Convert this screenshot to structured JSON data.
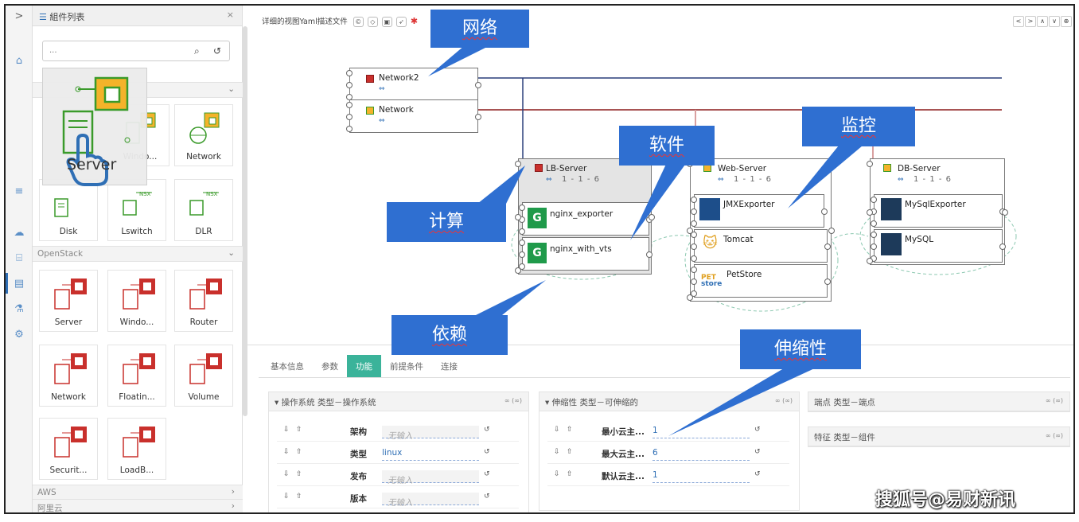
{
  "panel": {
    "title": "組件列表",
    "search_placeholder": "..."
  },
  "sections": {
    "openstack": "OpenStack",
    "aws": "AWS",
    "aliyun": "阿里云"
  },
  "tiles_top": [
    {
      "label": "Windo...",
      "icon": "windows-icon"
    },
    {
      "label": "Network",
      "icon": "network-icon"
    },
    {
      "label": "Disk",
      "icon": "disk-icon"
    },
    {
      "label": "Lswitch",
      "icon": "lswitch-icon"
    },
    {
      "label": "DLR",
      "icon": "dlr-icon"
    }
  ],
  "tiles_openstack": [
    {
      "label": "Server"
    },
    {
      "label": "Windo..."
    },
    {
      "label": "Router"
    },
    {
      "label": "Network"
    },
    {
      "label": "Floatin..."
    },
    {
      "label": "Volume"
    },
    {
      "label": "Securit..."
    },
    {
      "label": "LoadB..."
    }
  ],
  "drag_ghost": {
    "label": "Server"
  },
  "toolbar": {
    "title": "详细的视图Yaml描述文件"
  },
  "nodes": {
    "network2": "Network2",
    "network": "Network",
    "lb_server": "LB-Server",
    "web_server": "Web-Server",
    "db_server": "DB-Server",
    "multiplicity": "1 - 1 - 6",
    "nginx_exporter": "nginx_exporter",
    "nginx_with_vts": "nginx_with_vts",
    "jmx_exporter": "JMXExporter",
    "tomcat": "Tomcat",
    "petstore": "PetStore",
    "mysql_exporter": "MySqlExporter",
    "mysql": "MySQL"
  },
  "callouts": {
    "network": "网络",
    "software": "软件",
    "monitor": "监控",
    "compute": "计算",
    "dependency": "依赖",
    "scaling": "伸缩性"
  },
  "tabs": [
    "基本信息",
    "参数",
    "功能",
    "前提条件",
    "连接"
  ],
  "os_panel": {
    "header": "▾ 操作系统   类型－操作系统",
    "rows": [
      {
        "key": "架构",
        "value": "",
        "placeholder": "无输入"
      },
      {
        "key": "类型",
        "value": "linux",
        "placeholder": ""
      },
      {
        "key": "发布",
        "value": "",
        "placeholder": "无输入"
      },
      {
        "key": "版本",
        "value": "",
        "placeholder": "无输入"
      }
    ]
  },
  "scale_panel": {
    "header": "▾ 伸缩性   类型－可伸缩的",
    "rows": [
      {
        "key": "最小云主...",
        "value": "1"
      },
      {
        "key": "最大云主...",
        "value": "6"
      },
      {
        "key": "默认云主...",
        "value": "1"
      }
    ]
  },
  "endpoint_panel": {
    "header": "端点   类型－端点"
  },
  "feature_panel": {
    "header": "特征   类型－组件"
  },
  "watermark": "搜狐号@易财新讯",
  "colors": {
    "accent": "#2f6fd1",
    "tab_active": "#3bb39a",
    "network2_line": "#2a3f7a",
    "network_line": "#8b1a1a"
  }
}
